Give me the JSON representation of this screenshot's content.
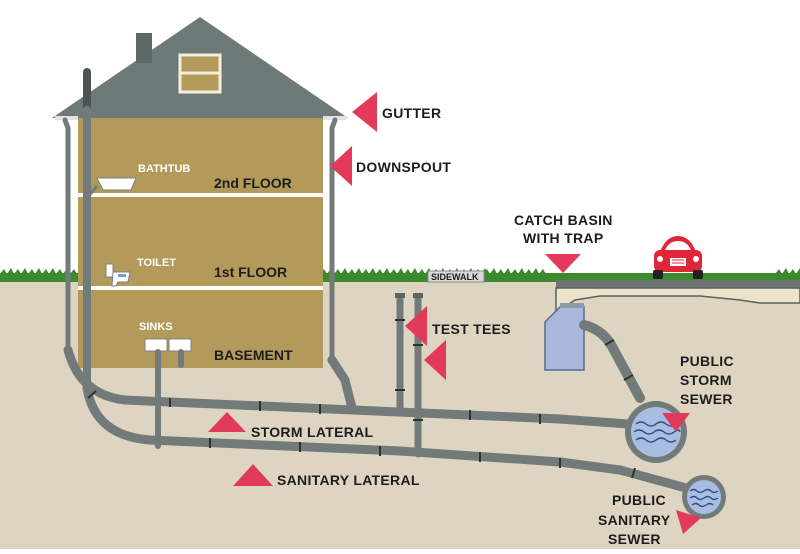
{
  "labels": {
    "gutter": "GUTTER",
    "downspout": "DOWNSPOUT",
    "catch_basin_line1": "CATCH BASIN",
    "catch_basin_line2": "WITH TRAP",
    "test_tees": "TEST TEES",
    "public_storm_line1": "PUBLIC",
    "public_storm_line2": "STORM",
    "public_storm_line3": "SEWER",
    "public_sanitary_line1": "PUBLIC",
    "public_sanitary_line2": "SANITARY",
    "public_sanitary_line3": "SEWER",
    "storm_lateral": "STORM LATERAL",
    "sanitary_lateral": "SANITARY LATERAL",
    "sidewalk": "SIDEWALK"
  },
  "floors": {
    "second": "2nd FLOOR",
    "first": "1st FLOOR",
    "basement": "BASEMENT"
  },
  "fixtures": {
    "bathtub": "BATHTUB",
    "toilet": "TOILET",
    "sinks": "SINKS"
  },
  "colors": {
    "accent_arrow": "#e23b5a",
    "house_wall": "#b39a5a",
    "roof": "#6d7a78",
    "pipe": "#727b79",
    "ground": "#ddd5c1",
    "grass": "#3d8a2e",
    "water": "#9fb4de"
  }
}
